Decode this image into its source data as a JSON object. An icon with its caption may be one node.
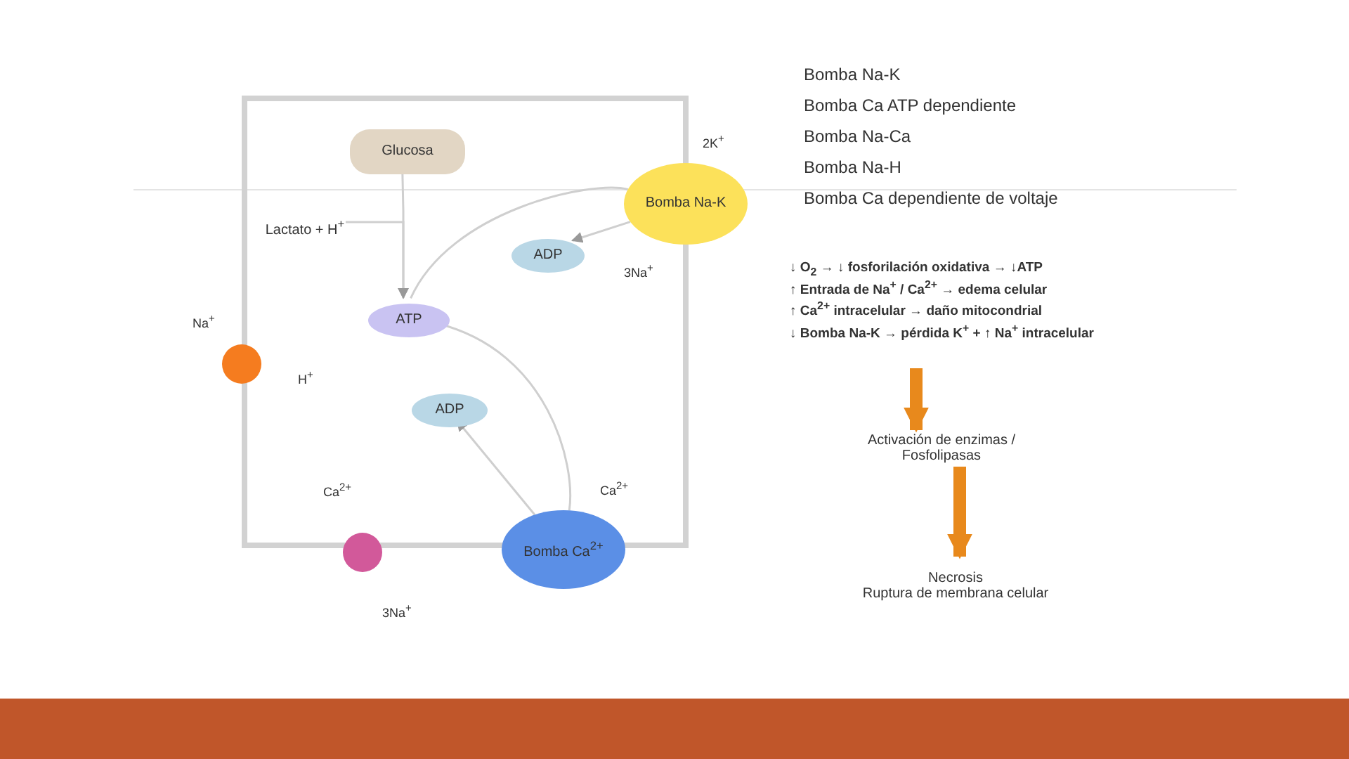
{
  "diagram": {
    "nodes": [
      {
        "text": [],
        "shape": "box"
      },
      {
        "text": [
          "Glucosa"
        ],
        "in": 0
      },
      {
        "text": [
          "ATP"
        ],
        "in": 0
      },
      {
        "text": [
          "ADP"
        ],
        "in": 0
      },
      {
        "text": [
          "ADP"
        ],
        "in": 0
      },
      {
        "text": [],
        "shape": "circle"
      },
      {
        "text": [
          "Bomba Na-K"
        ]
      },
      {
        "text": [],
        "shape": "circle"
      },
      {
        "text": [
          "Bomba Ca$^{2+}$"
        ]
      },
      {
        "text": [
          "Lactato + H$^{+}$"
        ],
        "in": 0
      },
      {
        "text": [
          "↓ O$_{2}$ → ↓ fosforilación oxidativa → ↓ATP",
          "↑ Entrada de Na$^{+}$ / Ca$^{2+}$ → edema celular",
          "↑ Ca$^{2+}$ intracelular → daño mitocondrial",
          "↓ Bomba Na-K → pérdida K$^{+}$ + ↑ Na$^{+}$ intracelular"
        ]
      },
      {
        "text": [
          "Activación de enzimas / Fosfolipasas"
        ]
      },
      {
        "text": [
          "Necrosis",
          "Ruptura de membrana celular"
        ]
      }
    ],
    "edges": [
      {
        "from": 1,
        "to": 2,
        "arrow": "to"
      },
      {
        "from": 9,
        "to": 2,
        "arrow": "to"
      },
      {
        "from": 2,
        "to": 6,
        "arrow": "none"
      },
      {
        "from": 6,
        "to": 3,
        "arrow": "to"
      },
      {
        "from": 2,
        "to": 8,
        "arrow": "none"
      },
      {
        "from": 8,
        "to": 4,
        "arrow": "to"
      },
      {
        "from": 10,
        "to": 11,
        "arrow": "to",
        "style": "thick",
        "color": "#e8891c"
      },
      {
        "from": 11,
        "to": 12,
        "arrow": "to",
        "style": "thick",
        "color": "#e8891c"
      }
    ],
    "labels": [
      "Bomba Na-K",
      "Bomba Ca ATP dependiente",
      "Bomba Na-Ca",
      "Bomba Na-H",
      "Bomba Ca dependiente de voltaje",
      "2K$^{+}$",
      "3Na$^{+}$",
      "Na$^{+}$",
      "H$^{+}$",
      "Ca$^{2+}$",
      "3Na$^{+}$",
      "Ca$^{2+}$"
    ]
  }
}
